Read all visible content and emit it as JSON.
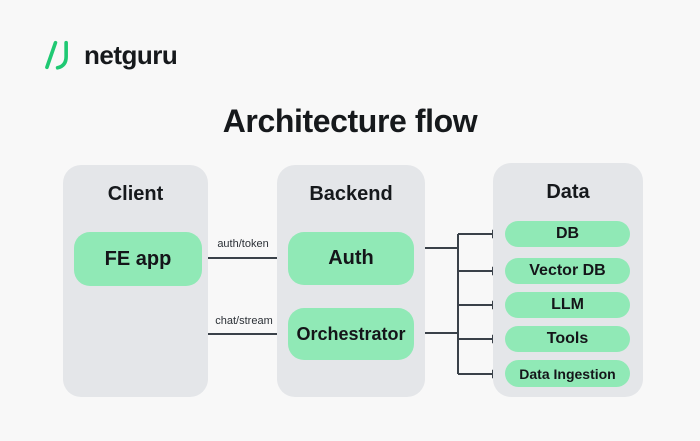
{
  "logo": {
    "icon": "netguru-n-icon",
    "text": "netguru"
  },
  "title": "Architecture flow",
  "colors": {
    "background": "#f8f8f8",
    "container_gray": "#e4e6e9",
    "node_green": "#90e9b6",
    "logo_green": "#1fc973",
    "line": "#3a4149",
    "text": "#16191c"
  },
  "columns": [
    {
      "label": "Client",
      "boxes": [
        {
          "label": "FE app"
        }
      ]
    },
    {
      "label": "Backend",
      "boxes": [
        {
          "label": "Auth"
        },
        {
          "label": "Orchestrator"
        }
      ]
    },
    {
      "label": "Data",
      "boxes": [
        {
          "label": "DB"
        },
        {
          "label": "Vector DB"
        },
        {
          "label": "LLM"
        },
        {
          "label": "Tools"
        },
        {
          "label": "Data Ingestion"
        }
      ]
    }
  ],
  "edges": [
    {
      "from": "FE app",
      "to": "Auth",
      "label": "auth/token"
    },
    {
      "from": "FE app",
      "to": "Orchestrator",
      "label": "chat/stream"
    },
    {
      "from": "Auth",
      "to": "data-fanout",
      "label": ""
    },
    {
      "from": "Orchestrator",
      "to": "data-fanout",
      "label": ""
    },
    {
      "from": "data-fanout",
      "to": "DB",
      "label": ""
    },
    {
      "from": "data-fanout",
      "to": "Vector DB",
      "label": ""
    },
    {
      "from": "data-fanout",
      "to": "LLM",
      "label": ""
    },
    {
      "from": "data-fanout",
      "to": "Tools",
      "label": ""
    },
    {
      "from": "data-fanout",
      "to": "Data Ingestion",
      "label": ""
    }
  ]
}
